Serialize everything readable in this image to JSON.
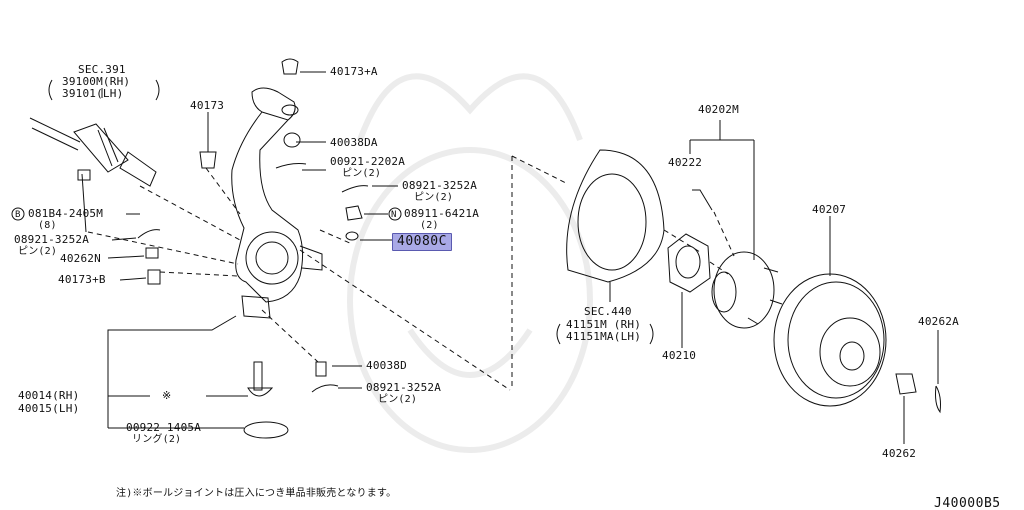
{
  "labels": {
    "sec391": "SEC.391",
    "sec391_rh": "39100M(RH)",
    "sec391_lh": "39101(LH)",
    "p40173": "40173",
    "p40173a": "40173+A",
    "p40038da": "40038DA",
    "p00921_2202a": "00921-2202A",
    "p00921_2202a_sub": "ピン(2)",
    "p08921_3252a_r": "08921-3252A",
    "p08921_3252a_r_sub": "ピン(2)",
    "p08911_6421a": "08911-6421A",
    "p08911_6421a_sub": "(2)",
    "p40080c": "40080C",
    "p081b4_2405m": "081B4-2405M",
    "p081b4_2405m_sub": "(8)",
    "p08921_3252a_l": "08921-3252A",
    "p08921_3252a_l_sub": "ピン(2)",
    "p40262n": "40262N",
    "p40173b": "40173+B",
    "p40014": "40014(RH)",
    "p40015": "40015(LH)",
    "p00922_1405a": "00922-1405A",
    "p00922_1405a_sub": "リング(2)",
    "p40038d": "40038D",
    "p08921_3252a_b": "08921-3252A",
    "p08921_3252a_b_sub": "ピン(2)",
    "sec440": "SEC.440",
    "sec440_rh": "41151M (RH)",
    "sec440_lh": "41151MA(LH)",
    "p40210": "40210",
    "p40202m": "40202M",
    "p40222": "40222",
    "p40207": "40207",
    "p40262a": "40262A",
    "p40262": "40262",
    "star": "※",
    "circle_b": "B",
    "circle_n": "N"
  },
  "footnote": "注)※ボールジョイントは圧入につき単品非販売となります。",
  "diagram_code": "J40000B5"
}
